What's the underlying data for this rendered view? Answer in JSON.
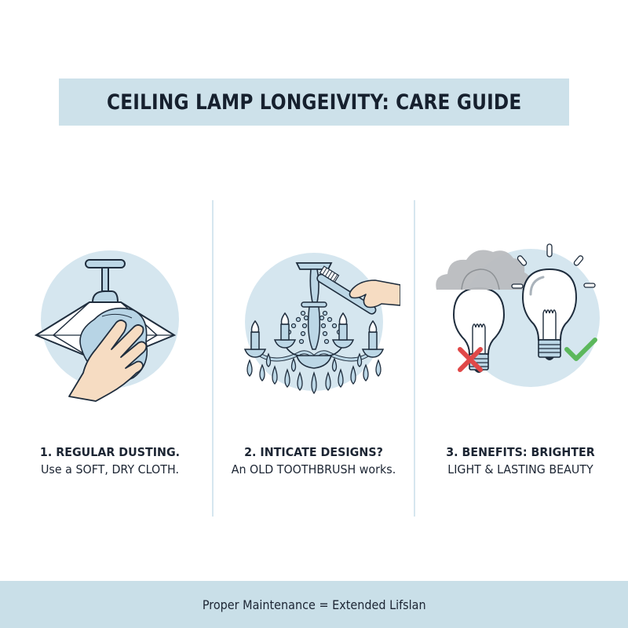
{
  "header": {
    "title": "CEILING LAMP LONGEIVITY: CARE GUIDE"
  },
  "steps": [
    {
      "number": 1,
      "heading": "1. REGULAR DUSTING.",
      "body": "Use a SOFT, DRY CLOTH.",
      "illustration": "hand-wiping-pendant-lamp-with-cloth"
    },
    {
      "number": 2,
      "heading": "2. INTICATE DESIGNS?",
      "body": "An OLD TOOTHBRUSH works.",
      "illustration": "hand-brushing-chandelier-with-toothbrush"
    },
    {
      "number": 3,
      "heading": "3. BENEFITS: BRIGHTER",
      "body": "LIGHT & LASTING BEAUTY",
      "illustration": "dusty-bulb-vs-bright-bulb",
      "marks": {
        "bad": "x-mark",
        "good": "check-mark"
      }
    }
  ],
  "footer": {
    "text": "Proper Maintenance = Extended Lifslan"
  },
  "colors": {
    "title_bg": "#cde1ea",
    "footer_bg": "#c9dfe8",
    "circle_bg": "#d5e6ef",
    "lamp_fill": "#bcd7e6",
    "outline": "#1f2d3d",
    "skin": "#f6dcc2",
    "cloud": "#b9bcbf",
    "x_red": "#e04848",
    "check_green": "#5cb85c",
    "divider": "#d6e6ef"
  }
}
